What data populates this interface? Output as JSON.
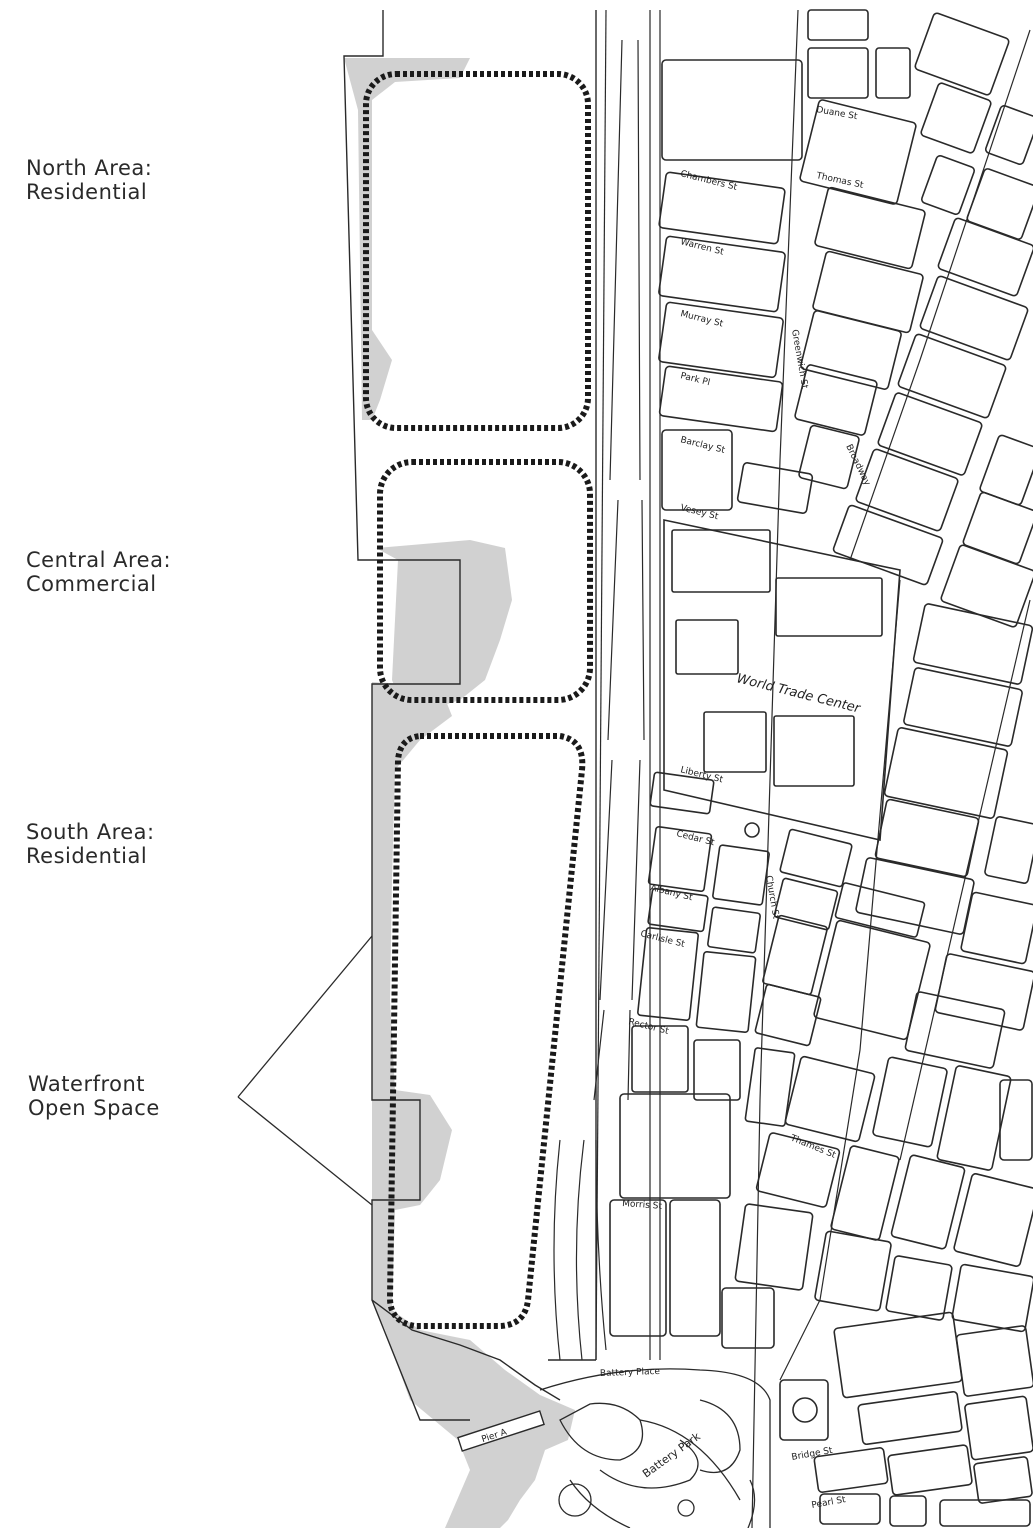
{
  "labels": {
    "north": {
      "line1": "North Area:",
      "line2": "Residential"
    },
    "central": {
      "line1": "Central Area:",
      "line2": "Commercial"
    },
    "south": {
      "line1": "South Area:",
      "line2": "Residential"
    },
    "waterfront": {
      "line1": "Waterfront",
      "line2": "Open Space"
    }
  },
  "map_labels": {
    "world_trade_center": "World Trade Center",
    "battery_park": "Battery Park",
    "pier_a": "Pier A",
    "battery_place": "Battery Place",
    "streets": {
      "duane": "Duane St",
      "thomas": "Thomas St",
      "chambers": "Chambers St",
      "warren": "Warren St",
      "murray": "Murray St",
      "park": "Park Pl",
      "barclay": "Barclay St",
      "vesey": "Vesey St",
      "liberty": "Liberty St",
      "cedar": "Cedar St",
      "albany": "Albany St",
      "carlisle": "Carlisle St",
      "rector": "Rector St",
      "morris": "Morris St",
      "thames": "Thames St",
      "bridge": "Bridge St",
      "pearl": "Pearl St",
      "greenwich": "Greenwich St",
      "church": "Church St",
      "broadway": "Broadway"
    }
  },
  "colors": {
    "ink": "#2a2a2a",
    "dotted_boundary": "#1a1a1a",
    "open_space_tint": "#c9c9c9"
  }
}
